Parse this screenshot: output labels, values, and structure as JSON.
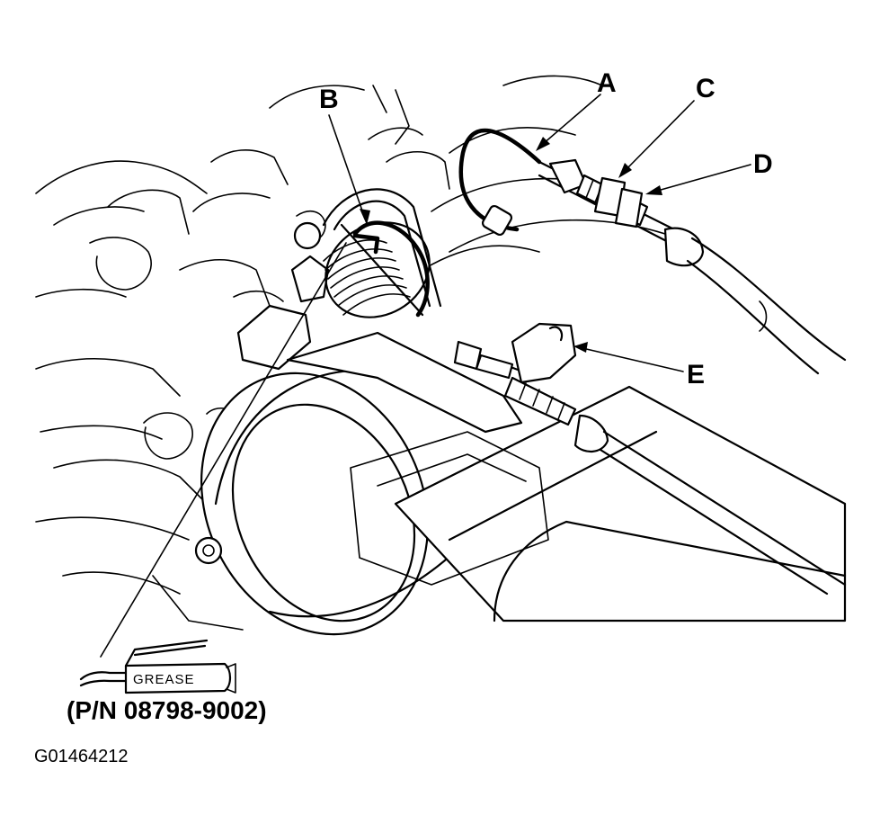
{
  "callouts": {
    "a": "A",
    "b": "B",
    "c": "C",
    "d": "D",
    "e": "E"
  },
  "grease_tube_label": "GREASE",
  "part_number": "(P/N 08798-9002)",
  "figure_id": "G01464212",
  "icons": [
    "grease-tube-icon"
  ]
}
